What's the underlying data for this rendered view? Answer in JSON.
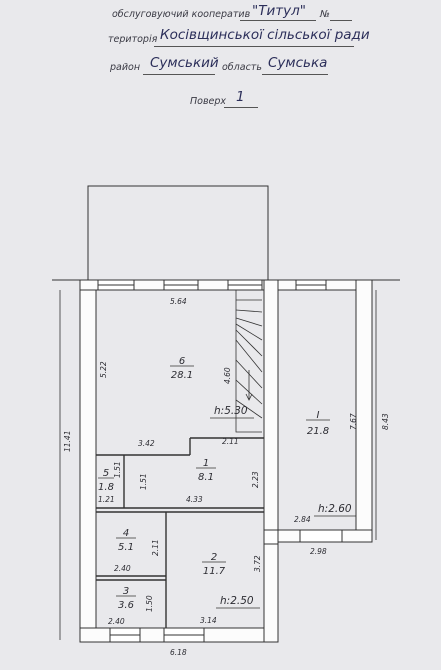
{
  "header": {
    "coop_label": "обслуговуючий кооператив",
    "coop_name": "\"Титул\"",
    "number_label": "№",
    "territory_label": "територія",
    "territory_value": "Косівщинської сільської ради",
    "district_label": "район",
    "district_value": "Сумський",
    "oblast_label": "область",
    "oblast_value": "Сумська",
    "floor_label": "Поверх",
    "floor_value": "1"
  },
  "plan": {
    "rooms": [
      {
        "number": "6",
        "area": "28.1"
      },
      {
        "number": "1",
        "area": "8.1"
      },
      {
        "number": "5",
        "area": "1.8"
      },
      {
        "number": "4",
        "area": "5.1"
      },
      {
        "number": "3",
        "area": "3.6"
      },
      {
        "number": "2",
        "area": "11.7"
      },
      {
        "number": "I",
        "area": "21.8"
      }
    ],
    "dimensions": {
      "top_width": "5.64",
      "room6_height": "5.22",
      "room6_inner_width": "3.42",
      "stair_length": "4.60",
      "hall_width": "2.11",
      "hall_height": "2.23",
      "room5_width": "1.51",
      "room5_height": "1.51",
      "room5_bottom": "1.21",
      "corridor_width": "4.33",
      "room4_height": "2.11",
      "room4_width": "2.40",
      "room3_height": "1.50",
      "room3_width": "2.40",
      "room2_width": "3.14",
      "room2_height": "3.72",
      "bottom_width": "6.18",
      "total_height": "11.41",
      "garage_height": "7.67",
      "garage_outer_height": "8.43",
      "garage_side": "2.84",
      "garage_width": "2.98"
    },
    "heights": {
      "main": "h:5.30",
      "lower": "h:2.50",
      "garage": "h:2.60"
    }
  }
}
